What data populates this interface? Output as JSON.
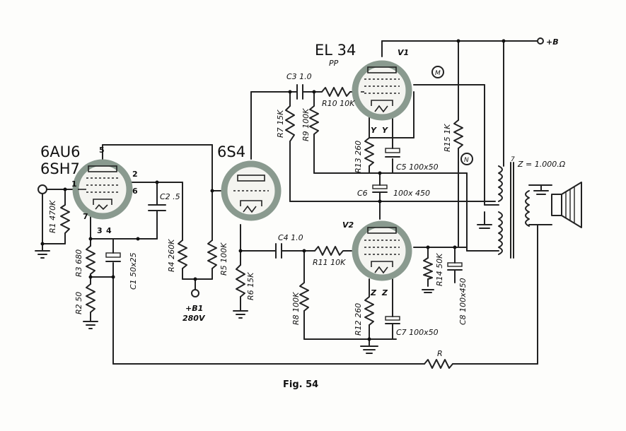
{
  "tubes": {
    "input_type_1": "6AU6",
    "input_type_2": "6SH7",
    "driver_type": "6S4",
    "output_type": "EL 34",
    "output_mode": "PP",
    "v1_label": "V1",
    "v2_label": "V2"
  },
  "pins": [
    "5",
    "2",
    "6",
    "1",
    "7",
    "3",
    "4"
  ],
  "components": {
    "r1": "R1 470K",
    "r2": "R2 50",
    "r3": "R3 680",
    "r4": "R4 260K",
    "r5": "R5 100K",
    "r6": "R6 15K",
    "r7": "R7 15K",
    "r8": "R8 100K",
    "r9": "R9 100K",
    "r10": "R10 10K",
    "r11": "R11 10K",
    "r12": "R12 260",
    "r13": "R13 260",
    "r14": "R14 50K",
    "r15": "R15 1K",
    "r": "R",
    "c1": "C1 50x25",
    "c2": "C2 .5",
    "c3": "C3 1.0",
    "c4": "C4 1.0",
    "c5": "C5 100x50",
    "c6": "C6",
    "c6_value": "100x 450",
    "c7": "C7 100x50",
    "c8": "C8 100x450"
  },
  "supply": {
    "b_plus": "+B",
    "b1": "+B1",
    "b1_voltage": "280V"
  },
  "transformer": {
    "secondary_pin": "7",
    "impedance": "Z = 1.000.Ω"
  },
  "markers": {
    "m": "M",
    "n": "N",
    "y1": "Y",
    "y2": "Y",
    "z1": "Z",
    "z2": "Z"
  },
  "caption": "Fig. 54"
}
